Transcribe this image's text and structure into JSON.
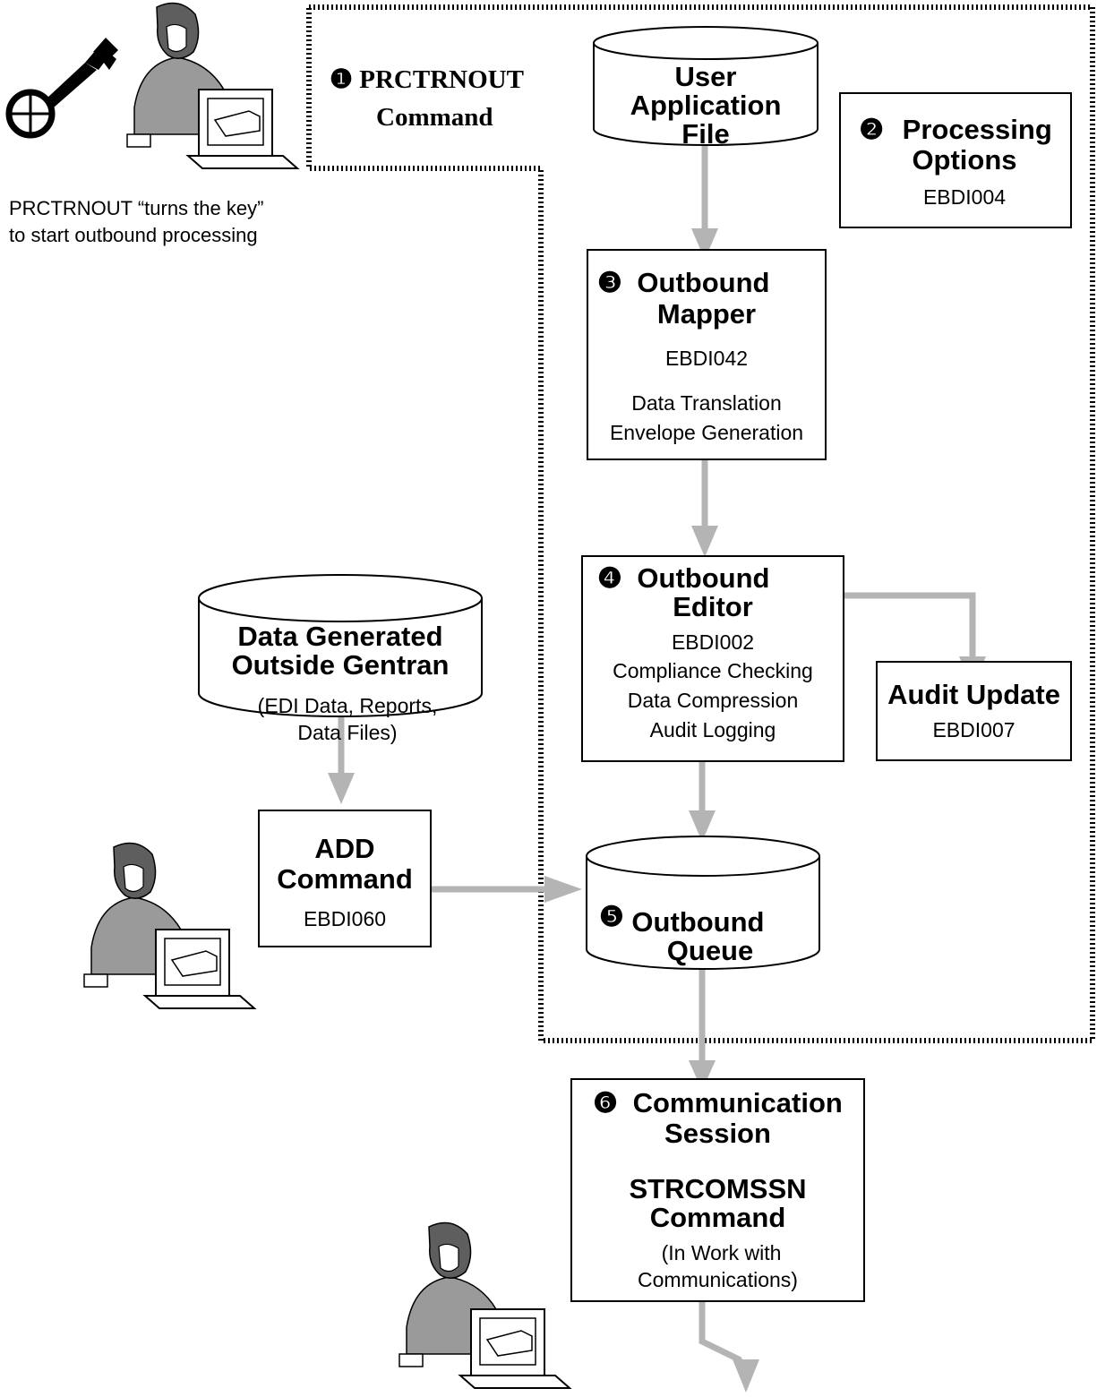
{
  "command_region": {
    "number": "❶",
    "title_line1": "PRCTRNOUT",
    "title_line2": "Command"
  },
  "key_caption": {
    "line1": "PRCTRNOUT “turns the key”",
    "line2": "to start outbound processing"
  },
  "user_application_file": {
    "line1": "User",
    "line2": "Application",
    "line3": "File"
  },
  "processing_options": {
    "number": "❷",
    "line1": "Processing",
    "line2": "Options",
    "program": "EBDI004"
  },
  "outbound_mapper": {
    "number": "❸",
    "line1": "Outbound",
    "line2": "Mapper",
    "program": "EBDI042",
    "function1": "Data Translation",
    "function2": "Envelope Generation"
  },
  "outbound_editor": {
    "number": "❹",
    "line1": "Outbound",
    "line2": "Editor",
    "program": "EBDI002",
    "function1": "Compliance Checking",
    "function2": "Data Compression",
    "function3": "Audit Logging"
  },
  "audit_update": {
    "title": "Audit Update",
    "program": "EBDI007"
  },
  "outside_data": {
    "line1": "Data Generated",
    "line2": "Outside Gentran",
    "detail1": "(EDI Data, Reports,",
    "detail2": "Data Files)"
  },
  "add_command": {
    "line1": "ADD",
    "line2": "Command",
    "program": "EBDI060"
  },
  "outbound_queue": {
    "number": "❺",
    "line1": "Outbound",
    "line2": "Queue"
  },
  "communication_session": {
    "number": "❻",
    "line1": "Communication",
    "line2": "Session",
    "command1": "STRCOMSSN",
    "command2": "Command",
    "detail1": "(In Work with",
    "detail2": "Communications)"
  },
  "colors": {
    "arrow": "#b4b4b4",
    "figure": "#9a9a9a",
    "figure_dark": "#5e5e5e",
    "border": "#000000"
  }
}
